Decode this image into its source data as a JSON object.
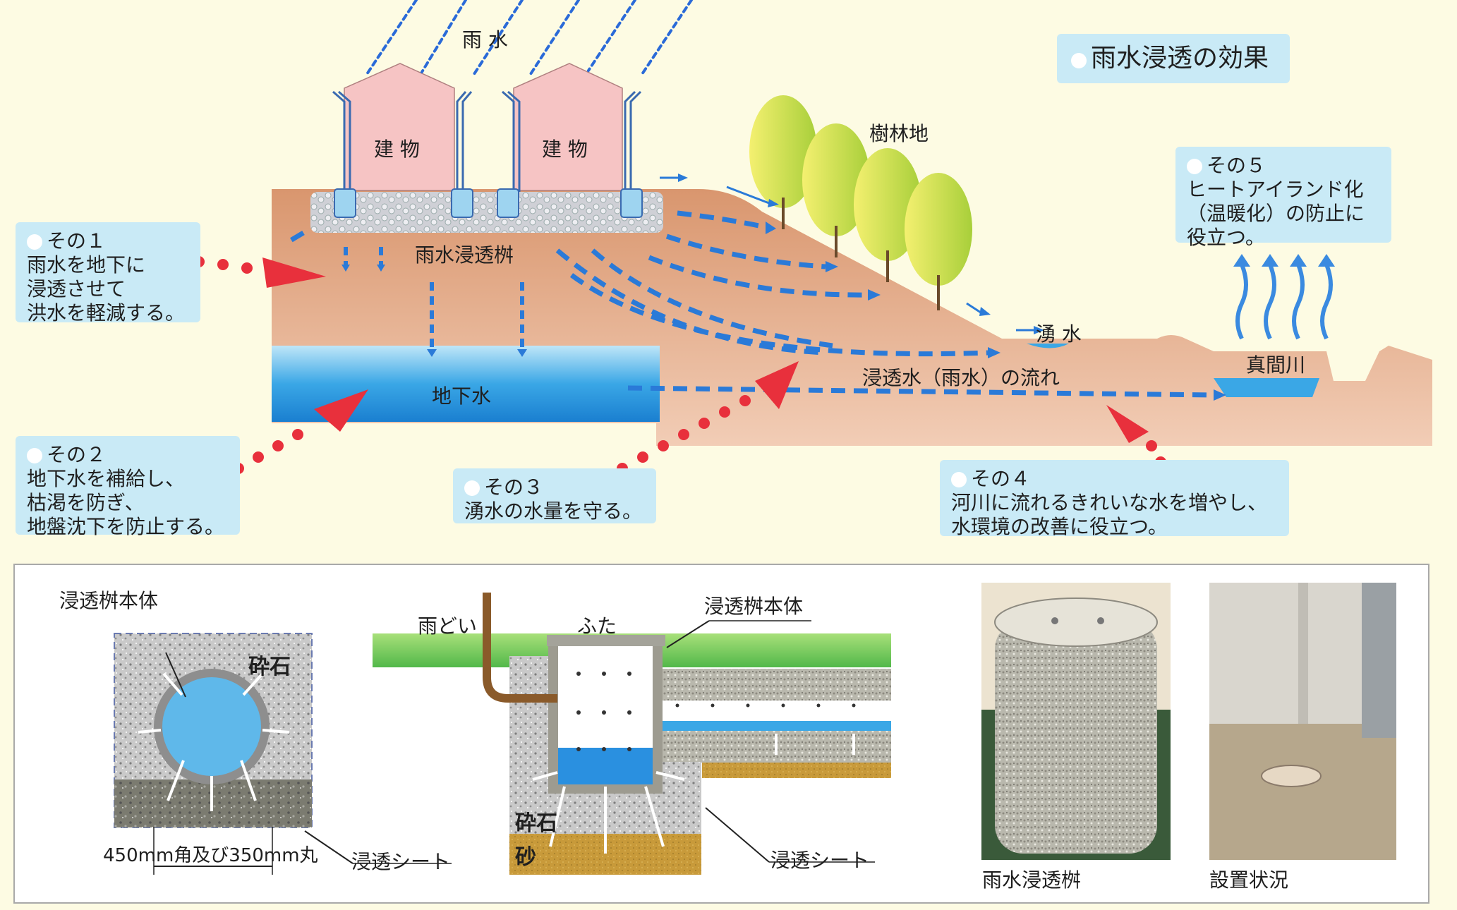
{
  "top": {
    "title": "雨水浸透の効果",
    "rain_label": "雨 水",
    "building_labels": [
      "建 物",
      "建 物"
    ],
    "forest_label": "樹林地",
    "basin_label": "雨水浸透桝",
    "groundwater_label": "地下水",
    "spring_label": "湧 水",
    "flow_label": "浸透水（雨水）の流れ",
    "river_label": "真間川",
    "effects": [
      {
        "number": "その１",
        "lines": [
          "雨水を地下に",
          "浸透させて",
          "洪水を軽減する。"
        ]
      },
      {
        "number": "その２",
        "lines": [
          "地下水を補給し、",
          "枯渇を防ぎ、",
          "地盤沈下を防止する。"
        ]
      },
      {
        "number": "その３",
        "lines": [
          "湧水の水量を守る。"
        ]
      },
      {
        "number": "その４",
        "lines": [
          "河川に流れるきれいな水を増やし、",
          "水環境の改善に役立つ。"
        ]
      },
      {
        "number": "その５",
        "lines": [
          "ヒートアイランド化",
          "（温暖化）の防止に",
          "役立つ。"
        ]
      }
    ]
  },
  "bottom": {
    "plan_labels": {
      "body": "浸透桝本体",
      "gravel": "砕石",
      "size": "450mm角及び350mm丸",
      "sheet": "浸透シート"
    },
    "section_labels": {
      "gutter": "雨どい",
      "lid": "ふた",
      "body": "浸透桝本体",
      "gravel": "砕石",
      "sand": "砂",
      "sheet": "浸透シート"
    },
    "photo_captions": [
      "雨水浸透桝",
      "設置状況"
    ]
  },
  "colors": {
    "background": "#fdfbe3",
    "soil": "#dfa07c",
    "groundwater": "#4aaee6",
    "box": "#c9eaf6",
    "accent_red": "#e8303c",
    "building": "#f6c4c4"
  }
}
